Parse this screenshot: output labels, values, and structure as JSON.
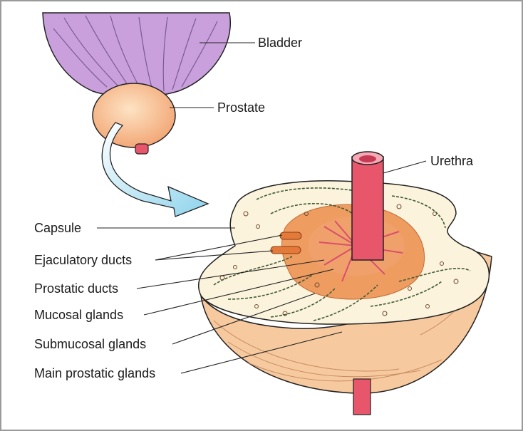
{
  "labels": {
    "bladder": "Bladder",
    "prostate": "Prostate",
    "urethra": "Urethra",
    "capsule": "Capsule",
    "ejaculatory_ducts": "Ejaculatory ducts",
    "prostatic_ducts": "Prostatic ducts",
    "mucosal_glands": "Mucosal glands",
    "submucosal_glands": "Submucosal glands",
    "main_prostatic_glands": "Main prostatic glands"
  },
  "colors": {
    "bladder": "#c9a0dc",
    "prostate": "#f5b98c",
    "urethra": "#e8566c",
    "capsule_fill": "#fbf3dc",
    "capsule_side": "#f6c99e",
    "inner_zone": "#ee9c60",
    "gland_vines": "#3f5a35",
    "arrow": "#9fd8ee"
  }
}
